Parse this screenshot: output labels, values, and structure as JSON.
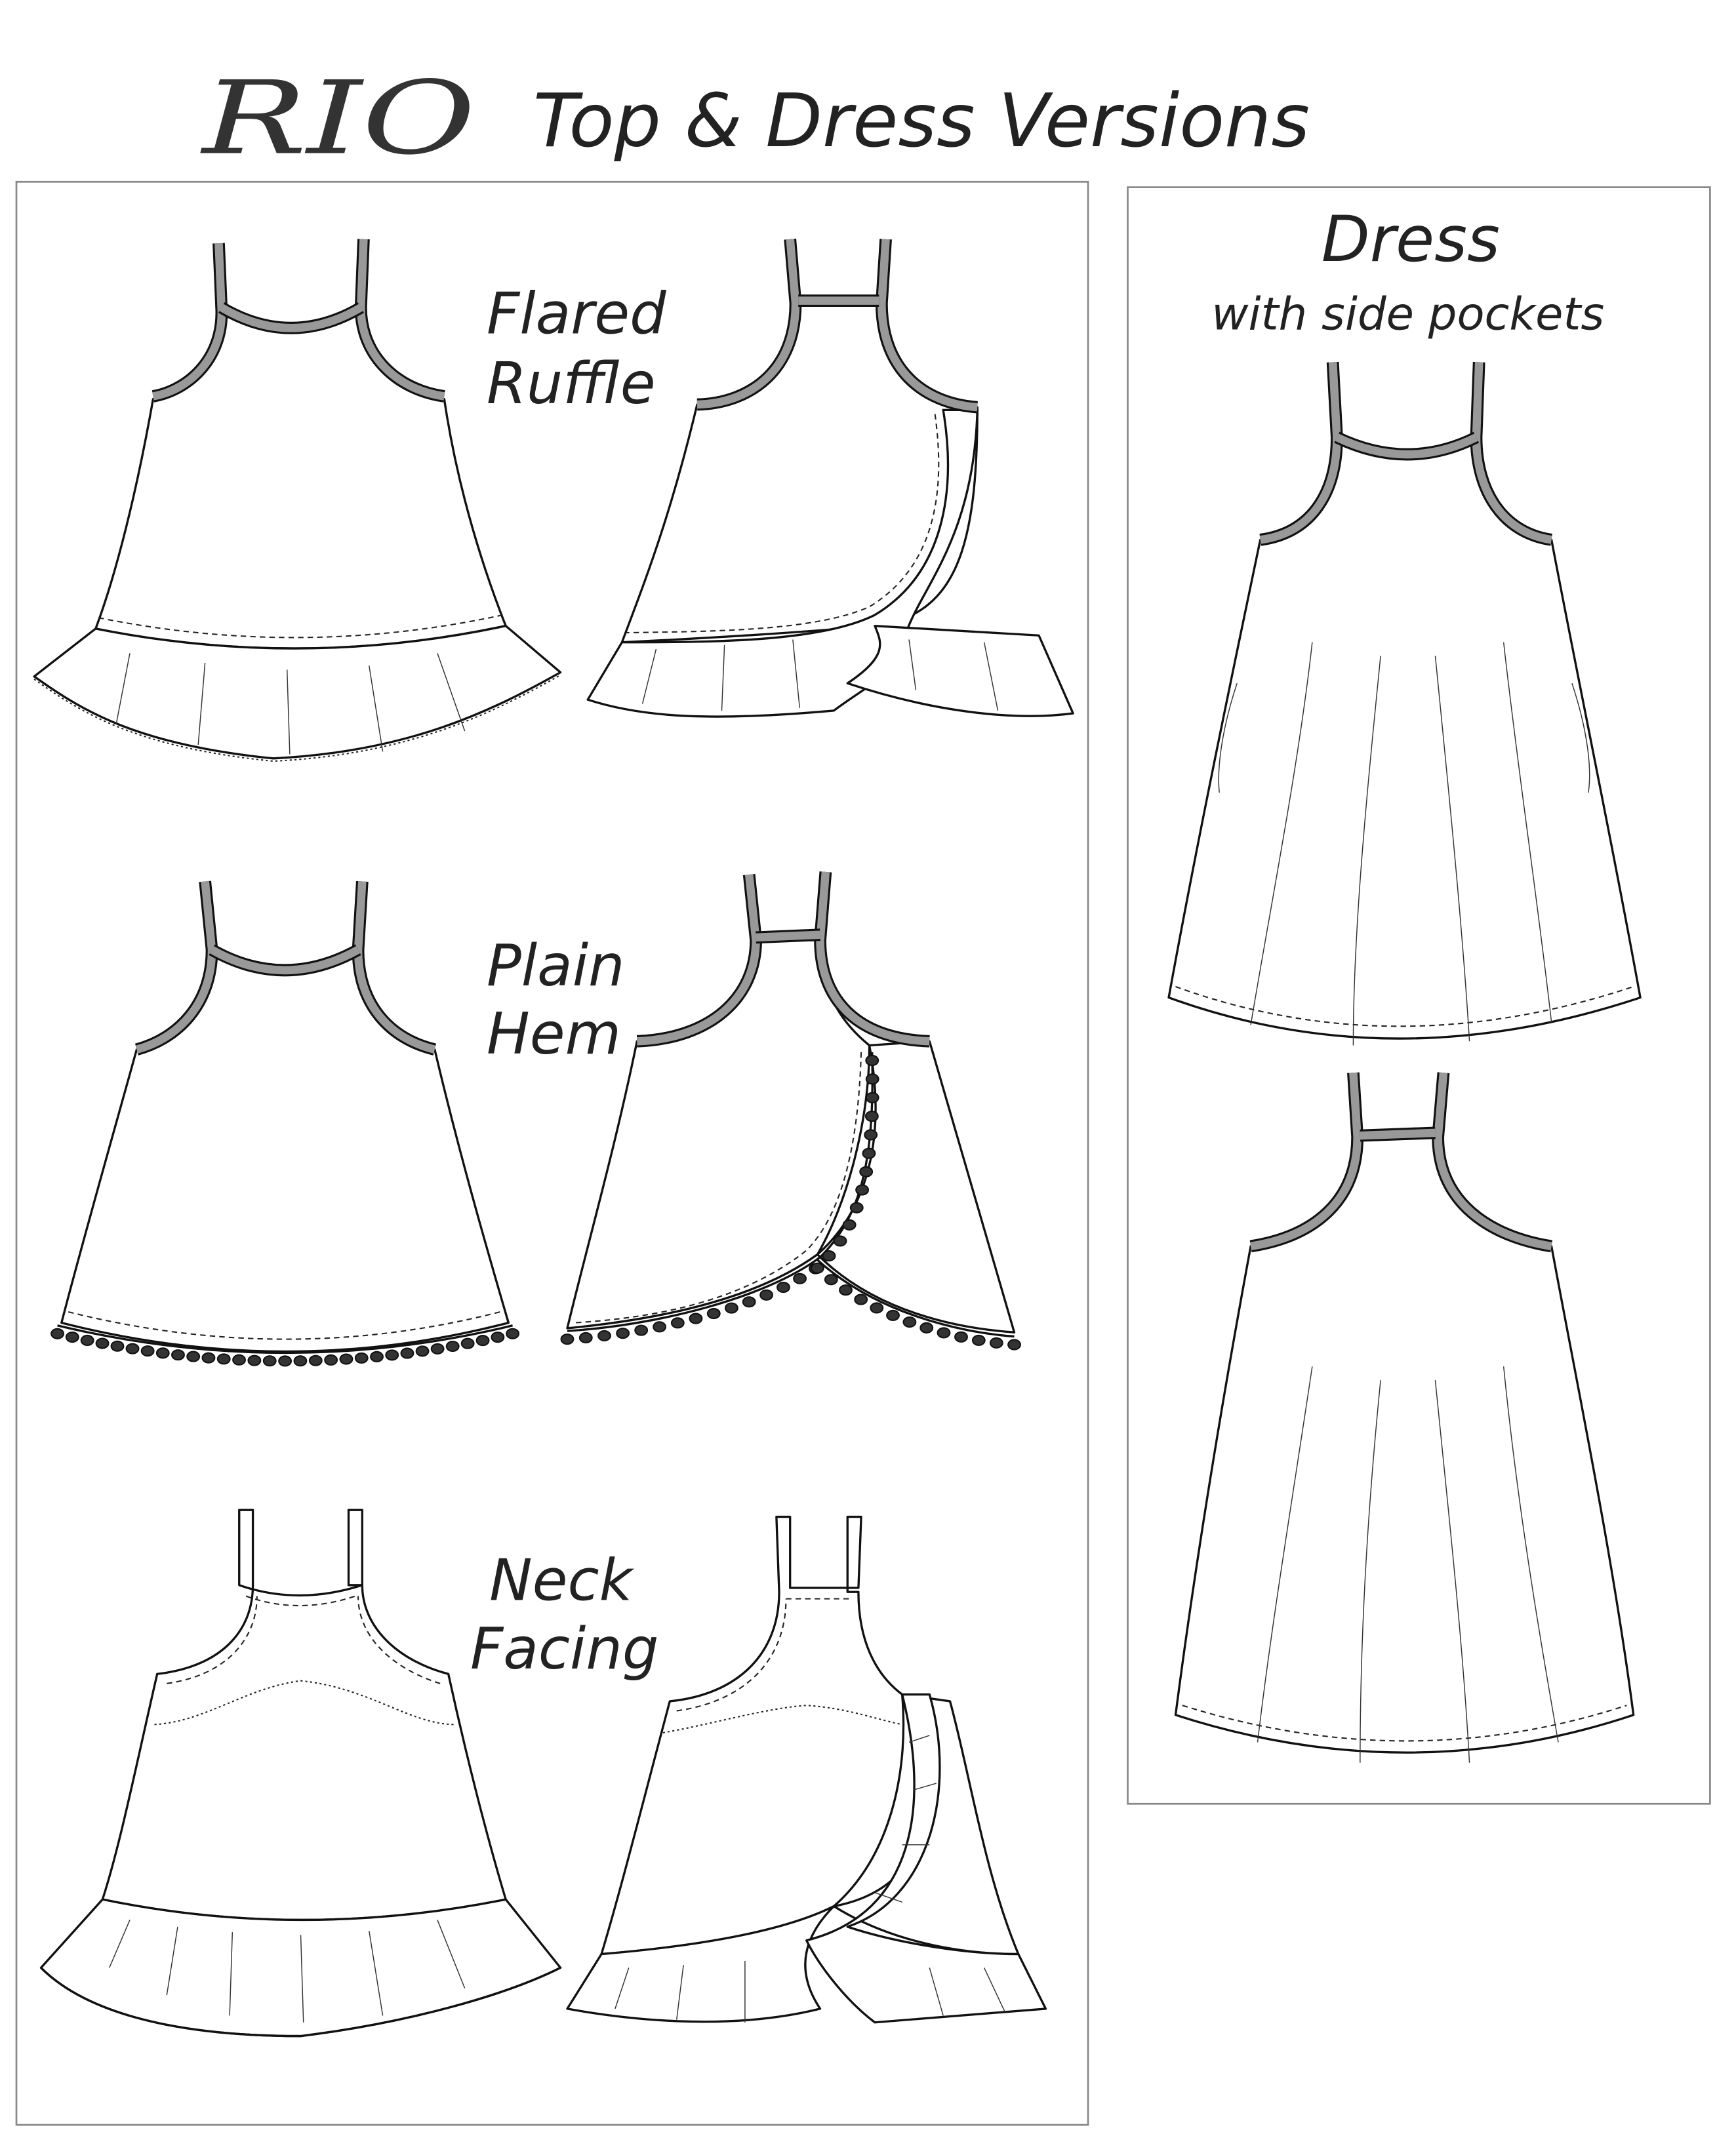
{
  "header": {
    "logo": "RIO",
    "title": "Top & Dress Versions"
  },
  "tops_panel": {
    "rows": [
      {
        "label_line1": "Flared",
        "label_line2": "Ruffle"
      },
      {
        "label_line1": "Plain",
        "label_line2": "Hem"
      },
      {
        "label_line1": "Neck",
        "label_line2": "Facing"
      }
    ]
  },
  "dress_panel": {
    "title": "Dress",
    "subtitle": "with side pockets"
  },
  "colors": {
    "binding": "#999999",
    "outline": "#111111",
    "panel_border": "#888888"
  }
}
